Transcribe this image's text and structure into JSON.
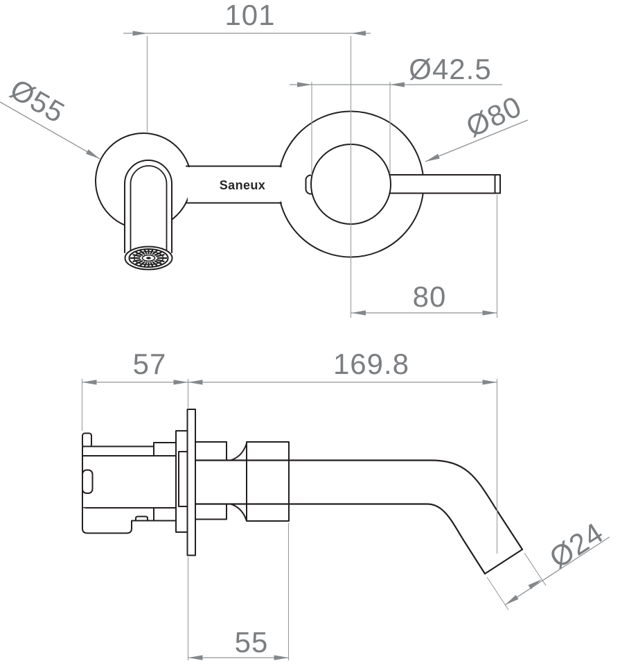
{
  "brand_label": "Saneux",
  "front_view": {
    "dim_center_distance": "101",
    "dim_handle_diameter": "Ø42.5",
    "dim_spout_plate_diameter": "Ø55",
    "dim_handle_plate_diameter": "Ø80",
    "dim_handle_length": "80"
  },
  "side_view": {
    "dim_wall_depth": "57",
    "dim_spout_reach": "169.8",
    "dim_spout_tube_diameter": "Ø24",
    "dim_plate_to_nut": "55"
  },
  "colors": {
    "outline": "#231f20",
    "dimension_line": "#8f9295",
    "dimension_text": "#7b7e81",
    "background": "#ffffff"
  }
}
